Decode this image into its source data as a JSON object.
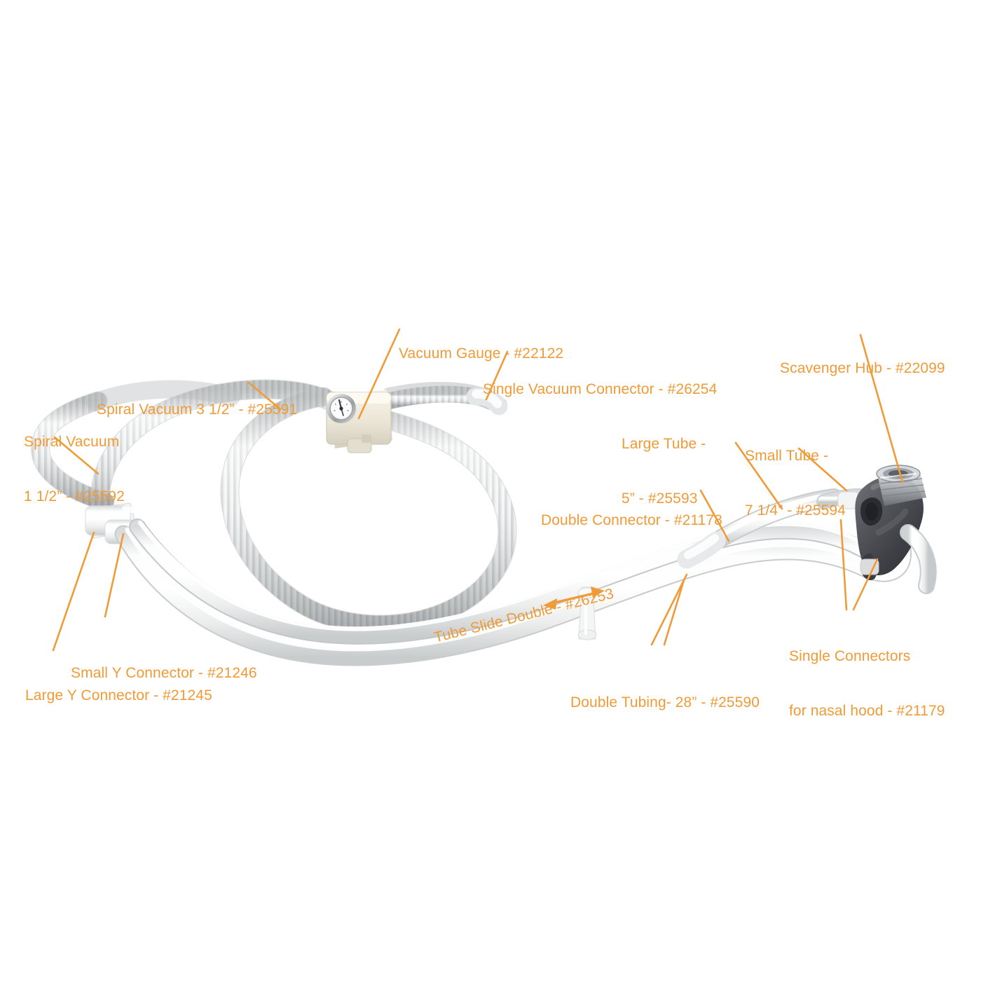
{
  "diagram": {
    "title": "Dental nitrous oxide scavenging circuit parts diagram",
    "accent_color": "#ef9b37",
    "background_color": "#ffffff",
    "callouts": [
      {
        "id": "spiral-vacuum-1-5",
        "line1": "Spiral Vacuum",
        "line2": "1 1/2” - #25592",
        "part_number": "#25592"
      },
      {
        "id": "spiral-vacuum-3-5",
        "line1": "Spiral Vacuum 3 1/2” - #25591",
        "line2": "",
        "part_number": "#25591"
      },
      {
        "id": "vacuum-gauge",
        "line1": "Vacuum Gauge - #22122",
        "line2": "",
        "part_number": "#22122"
      },
      {
        "id": "single-vacuum-connector",
        "line1": "Single Vacuum Connector - #26254",
        "line2": "",
        "part_number": "#26254"
      },
      {
        "id": "scavenger-hub",
        "line1": "Scavenger Hub - #22099",
        "line2": "",
        "part_number": "#22099"
      },
      {
        "id": "large-tube",
        "line1": "Large Tube -",
        "line2": "5” - #25593",
        "part_number": "#25593"
      },
      {
        "id": "small-tube",
        "line1": "Small Tube -",
        "line2": "7 1/4” - #25594",
        "part_number": "#25594"
      },
      {
        "id": "double-connector",
        "line1": "Double Connector - #21178",
        "line2": "",
        "part_number": "#21178"
      },
      {
        "id": "tube-slide-double",
        "line1": "Tube Slide Double - #26253",
        "line2": "",
        "part_number": "#26253"
      },
      {
        "id": "single-connectors-nasal-hood",
        "line1": "Single Connectors",
        "line2": "for nasal hood - #21179",
        "part_number": "#21179"
      },
      {
        "id": "double-tubing",
        "line1": "Double Tubing- 28” - #25590",
        "line2": "",
        "part_number": "#25590"
      },
      {
        "id": "small-y-connector",
        "line1": "Small Y Connector - #21246",
        "line2": "",
        "part_number": "#21246"
      },
      {
        "id": "large-y-connector",
        "line1": "Large Y Connector - #21245",
        "line2": "",
        "part_number": "#21245"
      }
    ],
    "components": {
      "spiral_tubing_color": "#e9eaea",
      "smooth_tubing_color": "#f7f8f8",
      "gauge_body_color": "#ece7d8",
      "gauge_bezel_color": "#b9bcbd",
      "hub_color": "#4a4c52"
    }
  }
}
